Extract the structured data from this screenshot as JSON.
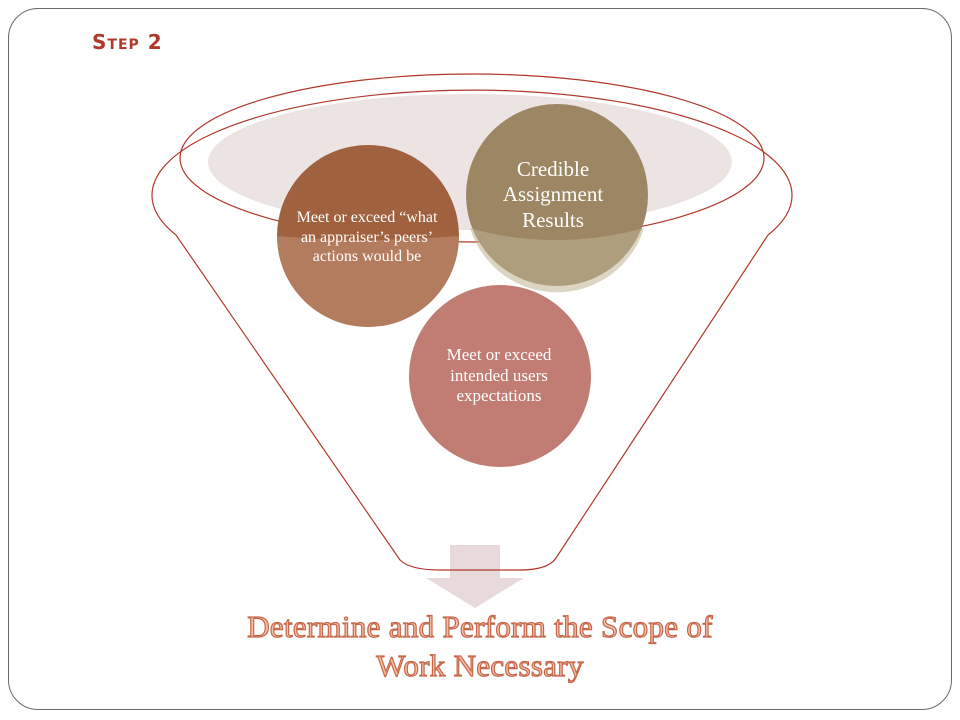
{
  "slide": {
    "step_label": "Step 2",
    "result_text": "Determine and Perform the Scope of Work Necessary"
  },
  "funnel": {
    "circles": [
      {
        "id": "users",
        "label": "Meet or exceed intended users expectations",
        "color": "#c17c74"
      },
      {
        "id": "peers",
        "label": "Meet or exceed “what an appraiser’s peers’ actions would be",
        "color": "#a0613f"
      },
      {
        "id": "credible",
        "label": "Credible Assignment Results",
        "color": "#9c8664"
      }
    ],
    "outline_color": "#b0392b",
    "arrow_color": "#e8dada",
    "ellipse_fill": "#ebe4e2"
  }
}
